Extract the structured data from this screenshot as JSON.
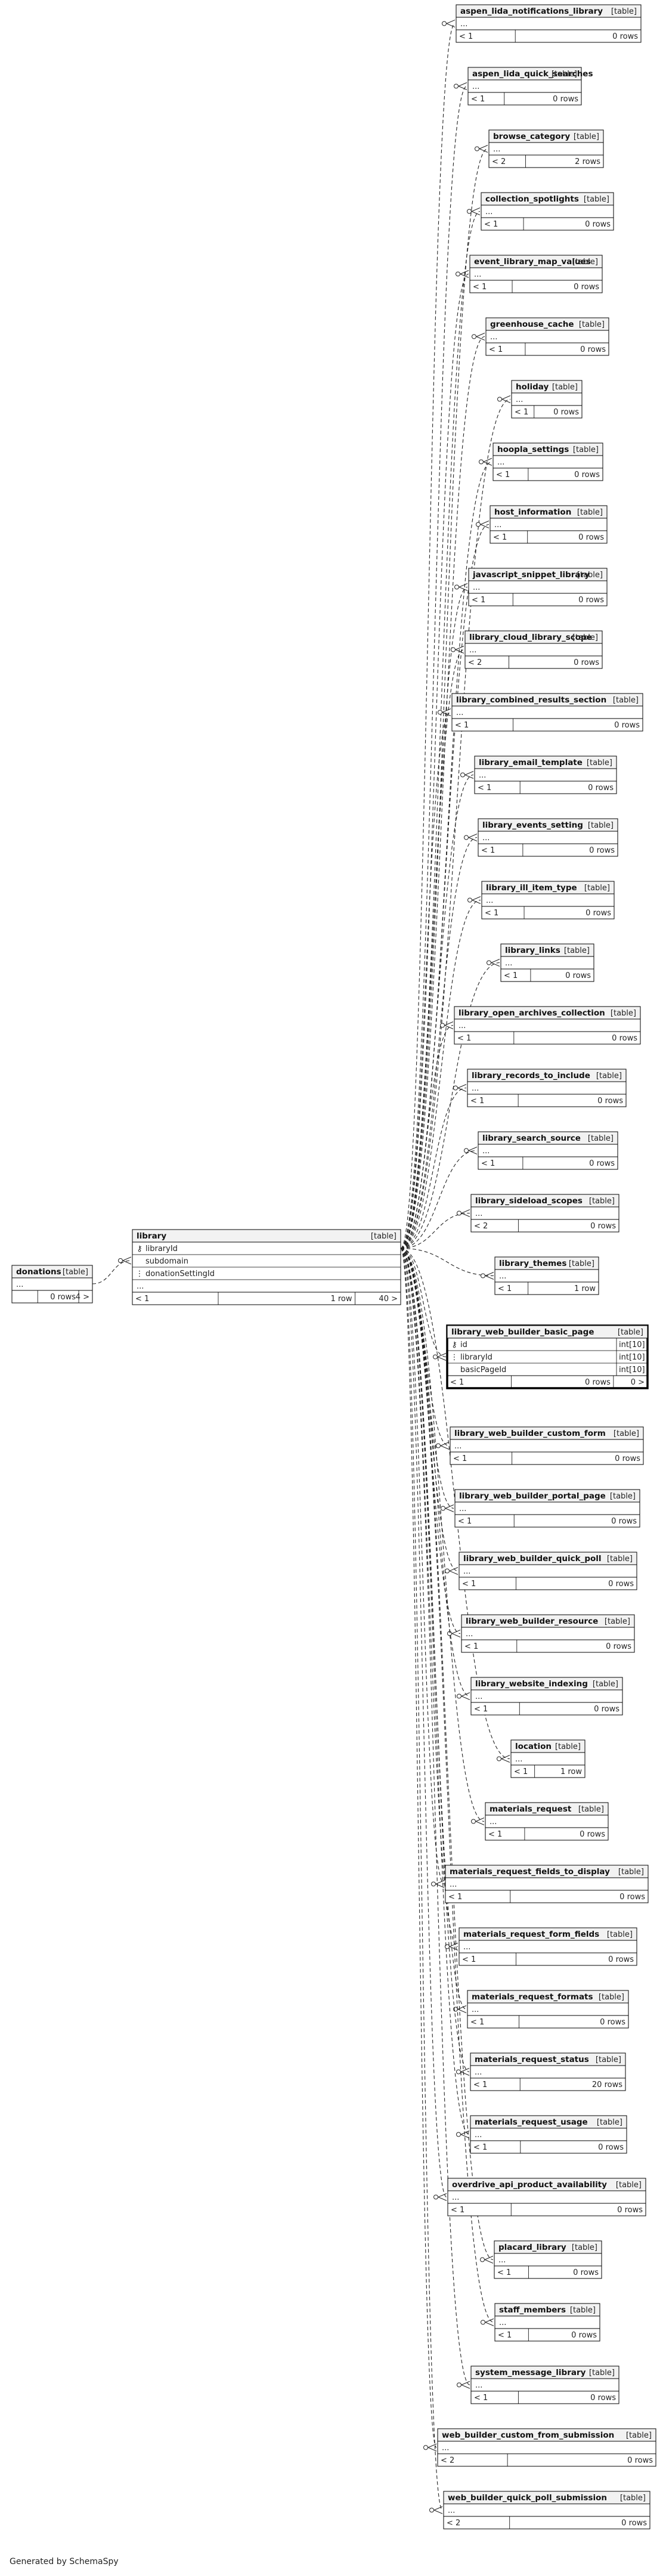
{
  "diagram": {
    "tables": [
      {
        "name": "donations",
        "type": "[table]",
        "columns": [
          {
            "name": "...",
            "key": ""
          }
        ],
        "footer": {
          "left": "",
          "mid": "0 rows",
          "right": "4 >"
        }
      },
      {
        "name": "library",
        "type": "[table]",
        "columns": [
          {
            "name": "libraryId",
            "key": "pk"
          },
          {
            "name": "subdomain",
            "key": ""
          },
          {
            "name": "donationSettingId",
            "key": "fk"
          },
          {
            "name": "...",
            "key": ""
          }
        ],
        "footer": {
          "left": "< 1",
          "mid": "1 row",
          "right": "40 >"
        }
      },
      {
        "name": "aspen_lida_notifications_library",
        "type": "[table]",
        "columns": [
          {
            "name": "...",
            "key": ""
          }
        ],
        "footer": {
          "left": "< 1",
          "mid": "0 rows",
          "right": ""
        }
      },
      {
        "name": "aspen_lida_quick_searches",
        "type": "[table]",
        "columns": [
          {
            "name": "...",
            "key": ""
          }
        ],
        "footer": {
          "left": "< 1",
          "mid": "0 rows",
          "right": ""
        }
      },
      {
        "name": "browse_category",
        "type": "[table]",
        "columns": [
          {
            "name": "...",
            "key": ""
          }
        ],
        "footer": {
          "left": "< 2",
          "mid": "2 rows",
          "right": ""
        }
      },
      {
        "name": "collection_spotlights",
        "type": "[table]",
        "columns": [
          {
            "name": "...",
            "key": ""
          }
        ],
        "footer": {
          "left": "< 1",
          "mid": "0 rows",
          "right": ""
        }
      },
      {
        "name": "event_library_map_values",
        "type": "[table]",
        "columns": [
          {
            "name": "...",
            "key": ""
          }
        ],
        "footer": {
          "left": "< 1",
          "mid": "0 rows",
          "right": ""
        }
      },
      {
        "name": "greenhouse_cache",
        "type": "[table]",
        "columns": [
          {
            "name": "...",
            "key": ""
          }
        ],
        "footer": {
          "left": "< 1",
          "mid": "0 rows",
          "right": ""
        }
      },
      {
        "name": "holiday",
        "type": "[table]",
        "columns": [
          {
            "name": "...",
            "key": ""
          }
        ],
        "footer": {
          "left": "< 1",
          "mid": "0 rows",
          "right": ""
        }
      },
      {
        "name": "hoopla_settings",
        "type": "[table]",
        "columns": [
          {
            "name": "...",
            "key": ""
          }
        ],
        "footer": {
          "left": "< 1",
          "mid": "0 rows",
          "right": ""
        }
      },
      {
        "name": "host_information",
        "type": "[table]",
        "columns": [
          {
            "name": "...",
            "key": ""
          }
        ],
        "footer": {
          "left": "< 1",
          "mid": "0 rows",
          "right": ""
        }
      },
      {
        "name": "javascript_snippet_library",
        "type": "[table]",
        "columns": [
          {
            "name": "...",
            "key": ""
          }
        ],
        "footer": {
          "left": "< 1",
          "mid": "0 rows",
          "right": ""
        }
      },
      {
        "name": "library_cloud_library_scope",
        "type": "[table]",
        "columns": [
          {
            "name": "...",
            "key": ""
          }
        ],
        "footer": {
          "left": "< 2",
          "mid": "0 rows",
          "right": ""
        }
      },
      {
        "name": "library_combined_results_section",
        "type": "[table]",
        "columns": [
          {
            "name": "...",
            "key": ""
          }
        ],
        "footer": {
          "left": "< 1",
          "mid": "0 rows",
          "right": ""
        }
      },
      {
        "name": "library_email_template",
        "type": "[table]",
        "columns": [
          {
            "name": "...",
            "key": ""
          }
        ],
        "footer": {
          "left": "< 1",
          "mid": "0 rows",
          "right": ""
        }
      },
      {
        "name": "library_events_setting",
        "type": "[table]",
        "columns": [
          {
            "name": "...",
            "key": ""
          }
        ],
        "footer": {
          "left": "< 1",
          "mid": "0 rows",
          "right": ""
        }
      },
      {
        "name": "library_ill_item_type",
        "type": "[table]",
        "columns": [
          {
            "name": "...",
            "key": ""
          }
        ],
        "footer": {
          "left": "< 1",
          "mid": "0 rows",
          "right": ""
        }
      },
      {
        "name": "library_links",
        "type": "[table]",
        "columns": [
          {
            "name": "...",
            "key": ""
          }
        ],
        "footer": {
          "left": "< 1",
          "mid": "0 rows",
          "right": ""
        }
      },
      {
        "name": "library_open_archives_collection",
        "type": "[table]",
        "columns": [
          {
            "name": "...",
            "key": ""
          }
        ],
        "footer": {
          "left": "< 1",
          "mid": "0 rows",
          "right": ""
        }
      },
      {
        "name": "library_records_to_include",
        "type": "[table]",
        "columns": [
          {
            "name": "...",
            "key": ""
          }
        ],
        "footer": {
          "left": "< 1",
          "mid": "0 rows",
          "right": ""
        }
      },
      {
        "name": "library_search_source",
        "type": "[table]",
        "columns": [
          {
            "name": "...",
            "key": ""
          }
        ],
        "footer": {
          "left": "< 1",
          "mid": "0 rows",
          "right": ""
        }
      },
      {
        "name": "library_sideload_scopes",
        "type": "[table]",
        "columns": [
          {
            "name": "...",
            "key": ""
          }
        ],
        "footer": {
          "left": "< 2",
          "mid": "0 rows",
          "right": ""
        }
      },
      {
        "name": "library_themes",
        "type": "[table]",
        "columns": [
          {
            "name": "...",
            "key": ""
          }
        ],
        "footer": {
          "left": "< 1",
          "mid": "1 row",
          "right": ""
        }
      },
      {
        "name": "library_web_builder_basic_page",
        "type": "[table]",
        "columns": [
          {
            "name": "id",
            "key": "pk",
            "type": "int[10]"
          },
          {
            "name": "libraryId",
            "key": "fk",
            "type": "int[10]"
          },
          {
            "name": "basicPageId",
            "key": "",
            "type": "int[10]"
          }
        ],
        "footer": {
          "left": "< 1",
          "mid": "0 rows",
          "right": "0 >"
        }
      },
      {
        "name": "library_web_builder_custom_form",
        "type": "[table]",
        "columns": [
          {
            "name": "...",
            "key": ""
          }
        ],
        "footer": {
          "left": "< 1",
          "mid": "0 rows",
          "right": ""
        }
      },
      {
        "name": "library_web_builder_portal_page",
        "type": "[table]",
        "columns": [
          {
            "name": "...",
            "key": ""
          }
        ],
        "footer": {
          "left": "< 1",
          "mid": "0 rows",
          "right": ""
        }
      },
      {
        "name": "library_web_builder_quick_poll",
        "type": "[table]",
        "columns": [
          {
            "name": "...",
            "key": ""
          }
        ],
        "footer": {
          "left": "< 1",
          "mid": "0 rows",
          "right": ""
        }
      },
      {
        "name": "library_web_builder_resource",
        "type": "[table]",
        "columns": [
          {
            "name": "...",
            "key": ""
          }
        ],
        "footer": {
          "left": "< 1",
          "mid": "0 rows",
          "right": ""
        }
      },
      {
        "name": "library_website_indexing",
        "type": "[table]",
        "columns": [
          {
            "name": "...",
            "key": ""
          }
        ],
        "footer": {
          "left": "< 1",
          "mid": "0 rows",
          "right": ""
        }
      },
      {
        "name": "location",
        "type": "[table]",
        "columns": [
          {
            "name": "...",
            "key": ""
          }
        ],
        "footer": {
          "left": "< 1",
          "mid": "1 row",
          "right": ""
        }
      },
      {
        "name": "materials_request",
        "type": "[table]",
        "columns": [
          {
            "name": "...",
            "key": ""
          }
        ],
        "footer": {
          "left": "< 1",
          "mid": "0 rows",
          "right": ""
        }
      },
      {
        "name": "materials_request_fields_to_display",
        "type": "[table]",
        "columns": [
          {
            "name": "...",
            "key": ""
          }
        ],
        "footer": {
          "left": "< 1",
          "mid": "0 rows",
          "right": ""
        }
      },
      {
        "name": "materials_request_form_fields",
        "type": "[table]",
        "columns": [
          {
            "name": "...",
            "key": ""
          }
        ],
        "footer": {
          "left": "< 1",
          "mid": "0 rows",
          "right": ""
        }
      },
      {
        "name": "materials_request_formats",
        "type": "[table]",
        "columns": [
          {
            "name": "...",
            "key": ""
          }
        ],
        "footer": {
          "left": "< 1",
          "mid": "0 rows",
          "right": ""
        }
      },
      {
        "name": "materials_request_status",
        "type": "[table]",
        "columns": [
          {
            "name": "...",
            "key": ""
          }
        ],
        "footer": {
          "left": "< 1",
          "mid": "20 rows",
          "right": ""
        }
      },
      {
        "name": "materials_request_usage",
        "type": "[table]",
        "columns": [
          {
            "name": "...",
            "key": ""
          }
        ],
        "footer": {
          "left": "< 1",
          "mid": "0 rows",
          "right": ""
        }
      },
      {
        "name": "overdrive_api_product_availability",
        "type": "[table]",
        "columns": [
          {
            "name": "...",
            "key": ""
          }
        ],
        "footer": {
          "left": "< 1",
          "mid": "0 rows",
          "right": ""
        }
      },
      {
        "name": "placard_library",
        "type": "[table]",
        "columns": [
          {
            "name": "...",
            "key": ""
          }
        ],
        "footer": {
          "left": "< 1",
          "mid": "0 rows",
          "right": ""
        }
      },
      {
        "name": "staff_members",
        "type": "[table]",
        "columns": [
          {
            "name": "...",
            "key": ""
          }
        ],
        "footer": {
          "left": "< 1",
          "mid": "0 rows",
          "right": ""
        }
      },
      {
        "name": "system_message_library",
        "type": "[table]",
        "columns": [
          {
            "name": "...",
            "key": ""
          }
        ],
        "footer": {
          "left": "< 1",
          "mid": "0 rows",
          "right": ""
        }
      },
      {
        "name": "web_builder_custom_from_submission",
        "type": "[table]",
        "columns": [
          {
            "name": "...",
            "key": ""
          }
        ],
        "footer": {
          "left": "< 2",
          "mid": "0 rows",
          "right": ""
        }
      },
      {
        "name": "web_builder_quick_poll_submission",
        "type": "[table]",
        "columns": [
          {
            "name": "...",
            "key": ""
          }
        ],
        "footer": {
          "left": "< 2",
          "mid": "0 rows",
          "right": ""
        }
      }
    ]
  },
  "footer": {
    "text": "Generated by SchemaSpy"
  }
}
